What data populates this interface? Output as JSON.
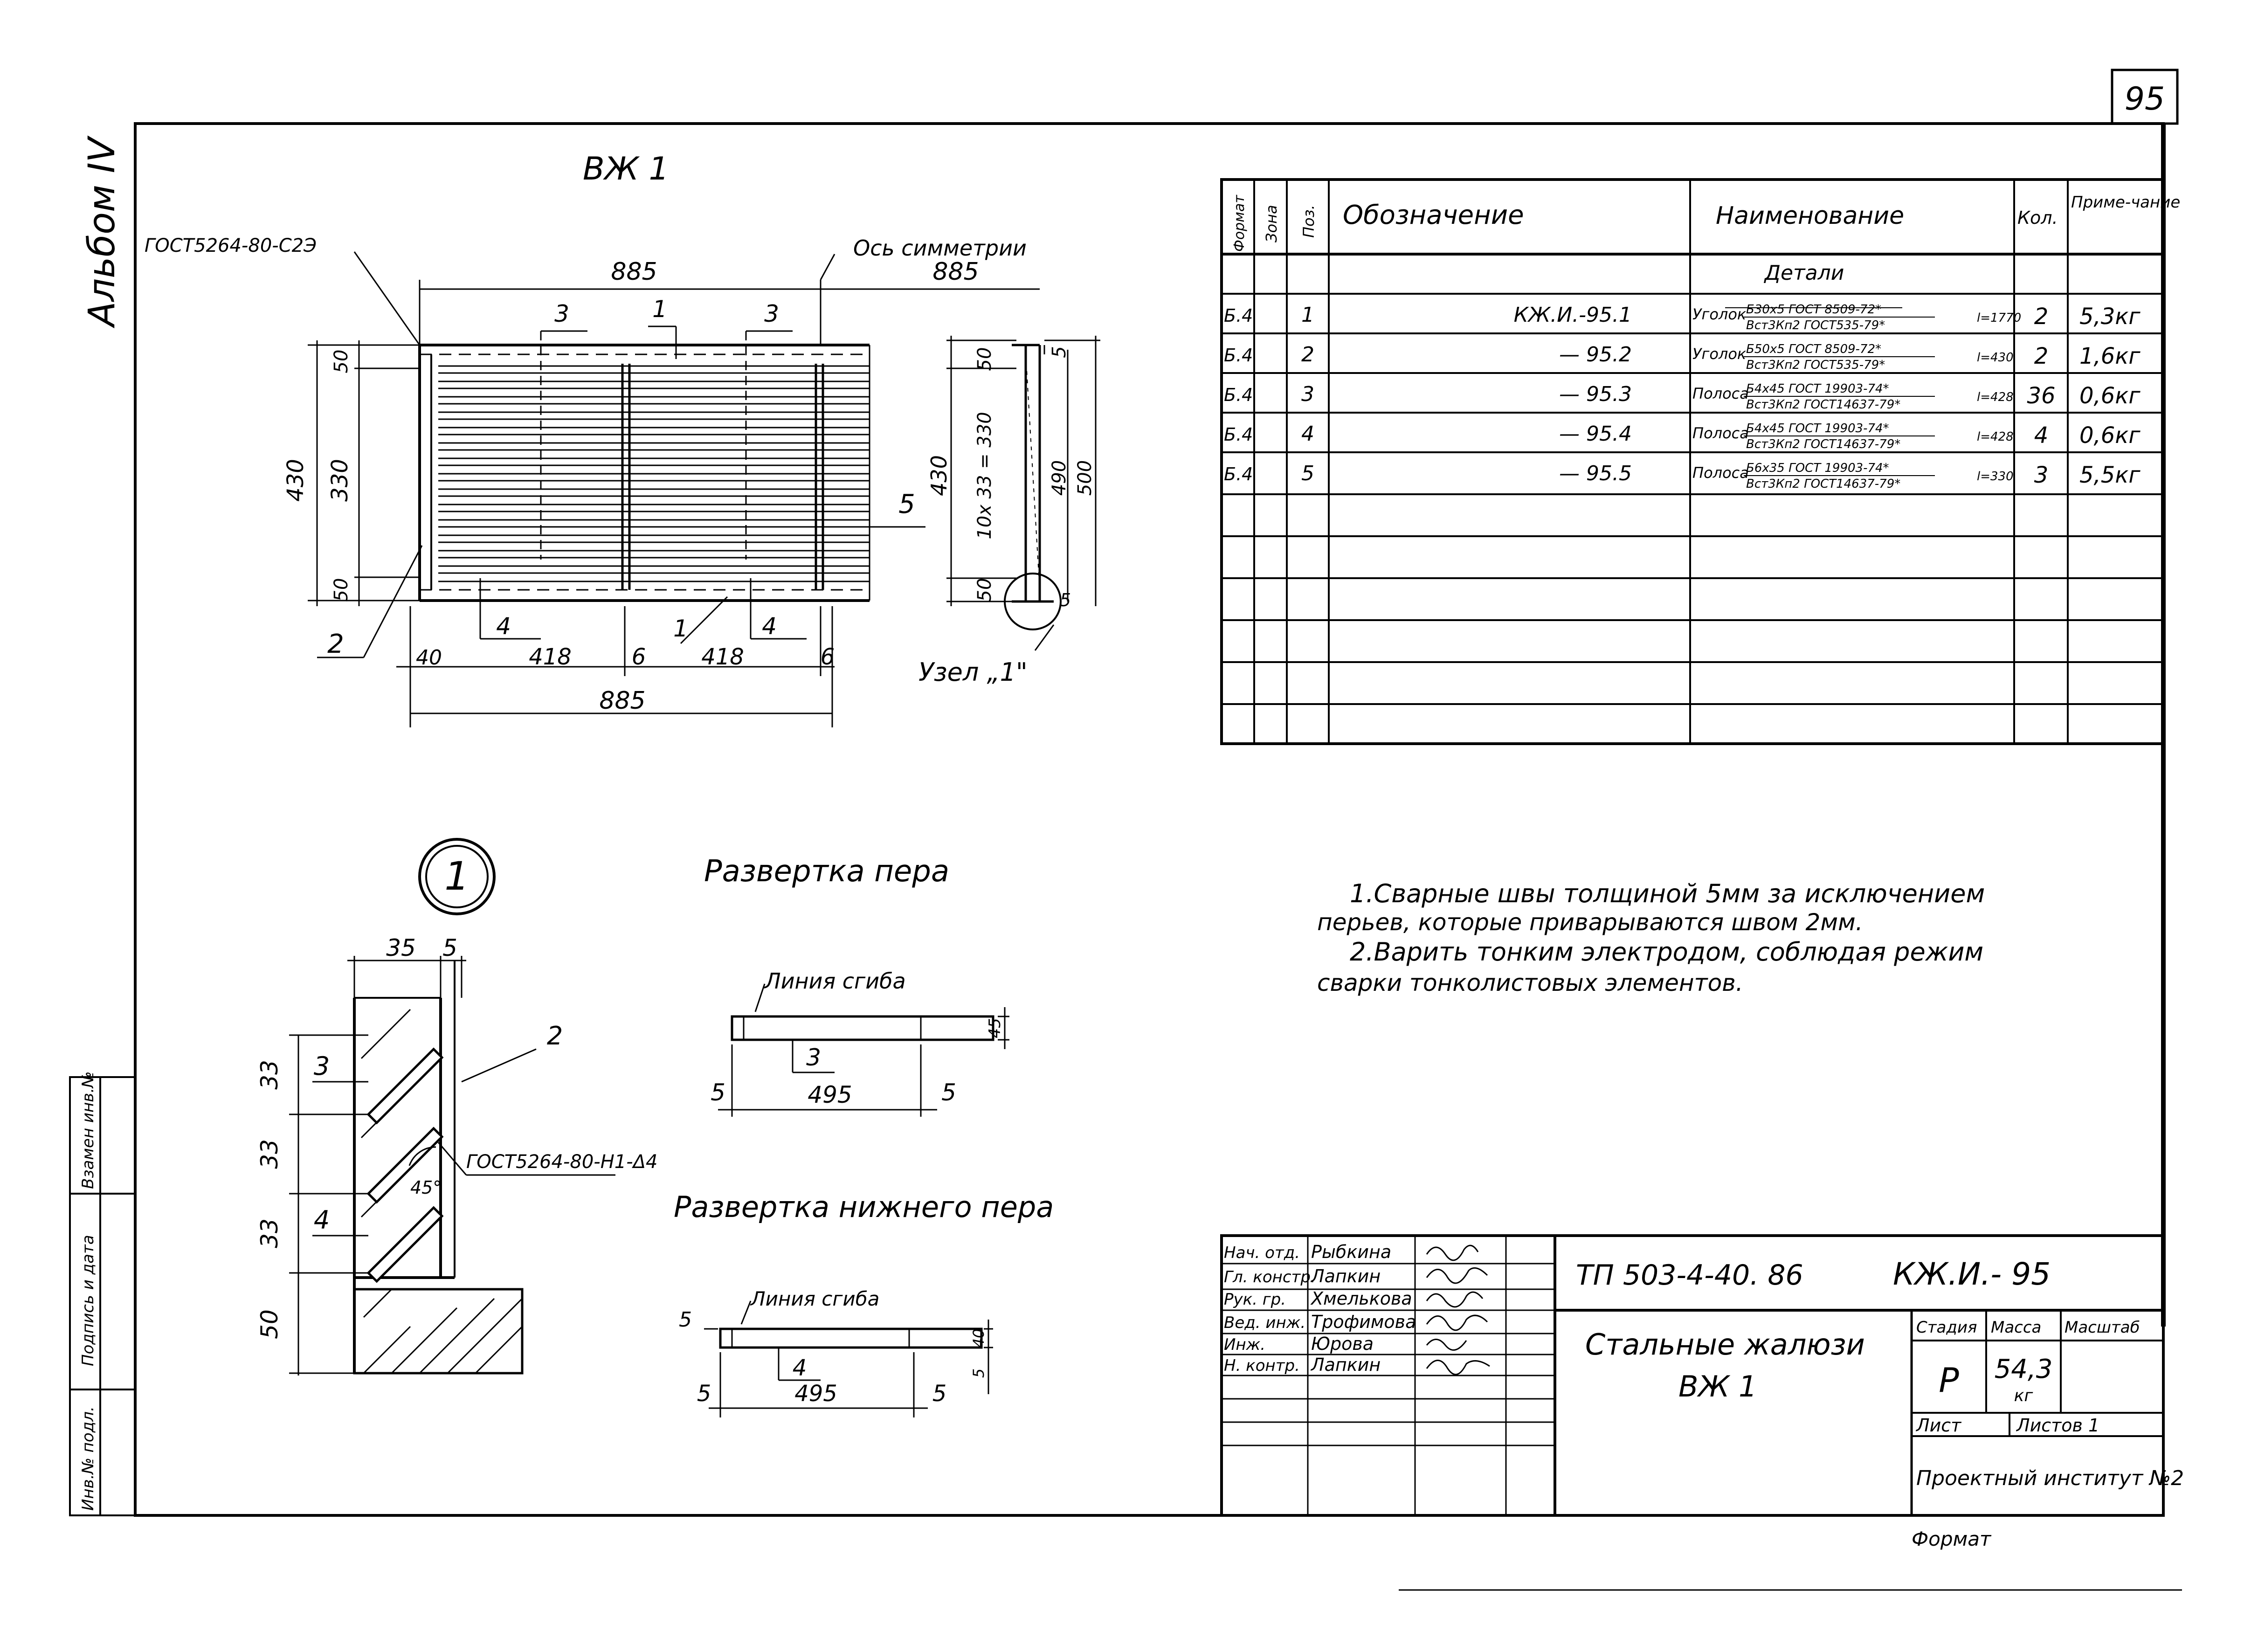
{
  "sheet_number": "95",
  "album": "Альбом IV",
  "view_title": "ВЖ 1",
  "front_view": {
    "weld_ref": "ГОСТ5264-80-С2Э",
    "axis_label": "Ось симметрии",
    "dim_top_left": "885",
    "dim_top_right": "885",
    "dim_total": "885",
    "dim_430": "430",
    "dim_330": "330",
    "dim_50_top": "50",
    "dim_50_bot": "50",
    "dim_40": "40",
    "dim_418_a": "418",
    "dim_6_a": "6",
    "dim_418_b": "418",
    "dim_6_b": "6",
    "pos_3a": "3",
    "pos_1a": "1",
    "pos_3b": "3",
    "pos_5": "5",
    "pos_2": "2",
    "pos_4a": "4",
    "pos_1b": "1",
    "pos_4b": "4"
  },
  "side_view": {
    "dim_50_top": "50",
    "dim_430": "430",
    "dim_10x33": "10x 33 = 330",
    "dim_50_bot": "50",
    "dim_5": "5",
    "dim_490": "490",
    "dim_500": "500",
    "node_label": "Узел „1\"",
    "node_5": "5"
  },
  "detail_1": {
    "marker": "1",
    "dim_35": "35",
    "dim_5": "5",
    "dim_33a": "33",
    "dim_33b": "33",
    "dim_33c": "33",
    "dim_50": "50",
    "pos_3": "3",
    "pos_2": "2",
    "pos_4": "4",
    "weld_ref": "ГОСТ5264-80-Н1-Δ4",
    "angle": "45°"
  },
  "unfold_feather": {
    "title": "Развертка пера",
    "bend_line": "Линия сгиба",
    "pos": "3",
    "dim_495": "495",
    "dim_5l": "5",
    "dim_5r": "5",
    "dim_45": "45"
  },
  "unfold_lower": {
    "title": "Развертка нижнего пера",
    "bend_line": "Линия сгиба",
    "pos": "4",
    "dim_495": "495",
    "dim_5l": "5",
    "dim_5r": "5",
    "dim_5top": "5",
    "dim_40": "40",
    "dim_5v": "5"
  },
  "spec": {
    "headers": [
      "Формат",
      "Зона",
      "Поз.",
      "Обозначение",
      "Наименование",
      "Кол.",
      "Приме-чание"
    ],
    "section": "Детали",
    "rows": [
      {
        "fmt": "Б.4",
        "pos": "1",
        "code": "КЖ.И.-95.1",
        "name": "Уголок",
        "spec_top": "Б30х5 ГОСТ 8509-72*",
        "spec_bot": "Вст3Кп2 ГОСТ535-79*",
        "len": "l=1770",
        "qty": "2",
        "note": "5,3кг"
      },
      {
        "fmt": "Б.4",
        "pos": "2",
        "code": "— 95.2",
        "name": "Уголок",
        "spec_top": "Б50х5 ГОСТ 8509-72*",
        "spec_bot": "Вст3Кп2 ГОСТ535-79*",
        "len": "l=430",
        "qty": "2",
        "note": "1,6кг"
      },
      {
        "fmt": "Б.4",
        "pos": "3",
        "code": "— 95.3",
        "name": "Полоса",
        "spec_top": "Б4х45 ГОСТ 19903-74*",
        "spec_bot": "Вст3Кп2 ГОСТ14637-79*",
        "len": "l=428",
        "qty": "36",
        "note": "0,6кг"
      },
      {
        "fmt": "Б.4",
        "pos": "4",
        "code": "— 95.4",
        "name": "Полоса",
        "spec_top": "Б4х45 ГОСТ 19903-74*",
        "spec_bot": "Вст3Кп2 ГОСТ14637-79*",
        "len": "l=428",
        "qty": "4",
        "note": "0,6кг"
      },
      {
        "fmt": "Б.4",
        "pos": "5",
        "code": "— 95.5",
        "name": "Полоса",
        "spec_top": "Б6х35 ГОСТ 19903-74*",
        "spec_bot": "Вст3Кп2 ГОСТ14637-79*",
        "len": "l=330",
        "qty": "3",
        "note": "5,5кг"
      }
    ]
  },
  "notes": {
    "n1a": "1.Сварные швы толщиной 5мм за исключением",
    "n1b": "перьев, которые приварываются швом 2мм.",
    "n2a": "2.Варить тонким электродом, соблюдая режим",
    "n2b": "сварки тонколистовых элементов."
  },
  "side_stamp": {
    "inv_podl": "Инв.№ подл.",
    "podpis": "Подпись и дата",
    "vzam": "Взамен инв.№"
  },
  "title_block": {
    "roles": [
      {
        "role": "Нач. отд.",
        "name": "Рыбкина"
      },
      {
        "role": "Гл. констр.",
        "name": "Лапкин"
      },
      {
        "role": "Рук. гр.",
        "name": "Хмелькова"
      },
      {
        "role": "Вед. инж.",
        "name": "Трофимова"
      },
      {
        "role": "Инж.",
        "name": "Юрова"
      },
      {
        "role": "Н. контр.",
        "name": "Лапкин"
      }
    ],
    "project": "ТП 503-4-40. 86",
    "doc_code": "КЖ.И.- 95",
    "title_line1": "Стальные жалюзи",
    "title_line2": "ВЖ 1",
    "stage_h": "Стадия",
    "mass_h": "Масса",
    "scale_h": "Масштаб",
    "stage": "Р",
    "mass": "54,3",
    "mass_unit": "кг",
    "sheet_h": "Лист",
    "sheets_h": "Листов 1",
    "org": "Проектный институт №2",
    "format": "Формат"
  }
}
